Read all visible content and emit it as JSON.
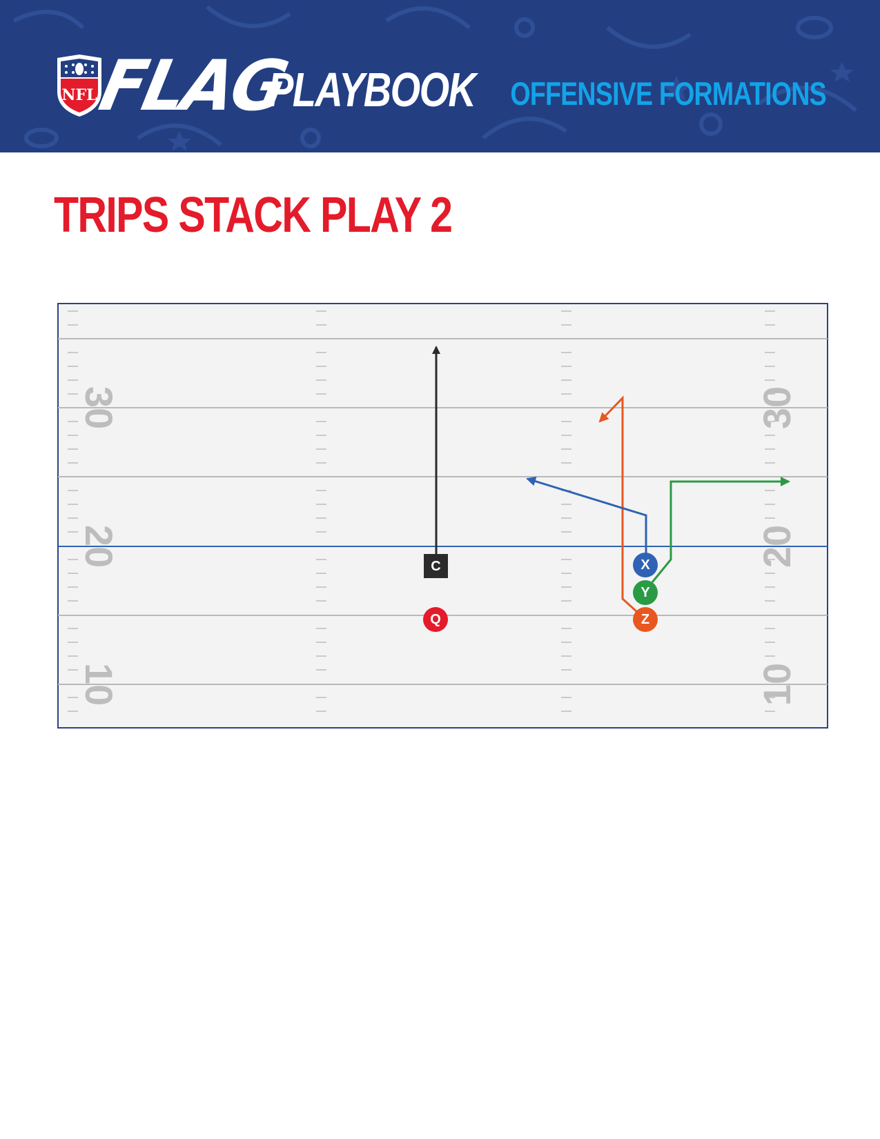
{
  "header": {
    "shield_text": "NFL",
    "brand_flag": "FLAG",
    "brand_playbook": "PLAYBOOK",
    "section_label": "OFFENSIVE FORMATIONS",
    "colors": {
      "background": "#233f82",
      "accent": "#13a3e8"
    }
  },
  "play": {
    "title": "TRIPS STACK PLAY 2",
    "title_color": "#e31b2a"
  },
  "field": {
    "yard_numbers": {
      "left": [
        "30",
        "20",
        "10"
      ],
      "right": [
        "30",
        "20",
        "10"
      ]
    },
    "line_of_scrimmage_color": "#2f62b4"
  },
  "players": [
    {
      "id": "center",
      "label": "C",
      "shape": "square",
      "color": "#2b2b2b",
      "route": "go route straight upfield"
    },
    {
      "id": "quarterback",
      "label": "Q",
      "shape": "circle",
      "color": "#e31b2a",
      "route": ""
    },
    {
      "id": "receiver-x",
      "label": "X",
      "shape": "circle",
      "color": "#2f62b4",
      "route": "short up then angled in to the left"
    },
    {
      "id": "receiver-y",
      "label": "Y",
      "shape": "circle",
      "color": "#2a9a45",
      "route": "up then out to the right sideline"
    },
    {
      "id": "receiver-z",
      "label": "Z",
      "shape": "circle",
      "color": "#e8571f",
      "route": "deep up then comeback to the left"
    }
  ]
}
